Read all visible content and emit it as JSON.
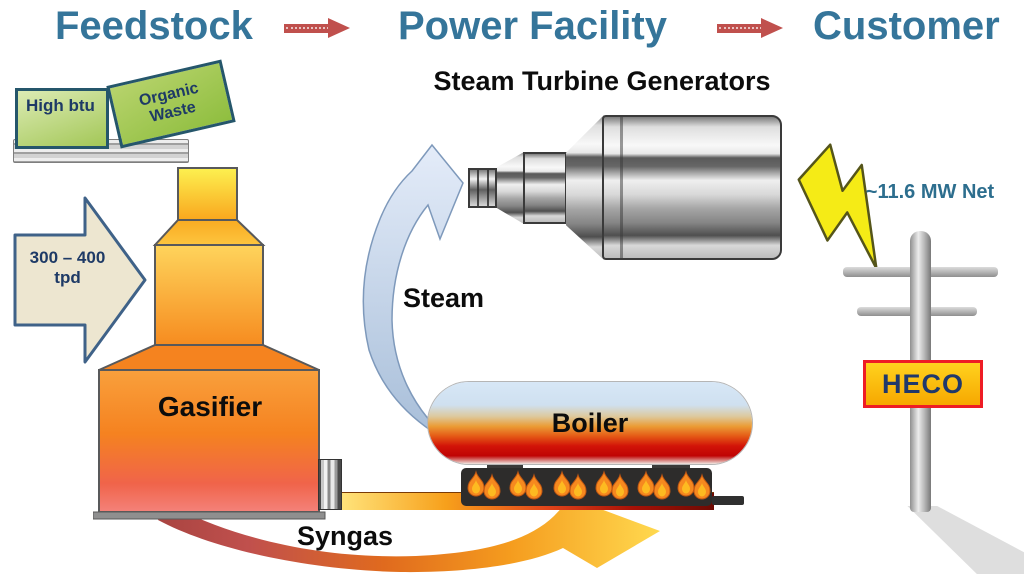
{
  "header": {
    "stage_feedstock": "Feedstock",
    "stage_power_facility": "Power Facility",
    "stage_customer": "Customer"
  },
  "feedstock": {
    "high_btu": "High btu",
    "organic_waste": "Organic Waste",
    "throughput_amount": "300 – 400",
    "throughput_unit": "tpd"
  },
  "power_facility": {
    "turbine_title": "Steam Turbine Generators",
    "gasifier_label": "Gasifier",
    "steam_label": "Steam",
    "boiler_label": "Boiler",
    "syngas_label": "Syngas"
  },
  "customer": {
    "net_output": "~11.6 MW Net",
    "utility": "HECO"
  },
  "colors": {
    "header_text": "#35759A",
    "flow_arrow": "#C0504D",
    "label_navy": "#1E3A66",
    "gasifier_orange": "#F58220",
    "boiler_red": "#C00404",
    "steam_blue": "#C9D9EF",
    "bolt_yellow": "#F5EB16",
    "heco_yellow": "#FFC20E"
  },
  "icons": {
    "flow_arrow": "red block arrow pointing right",
    "feed_arrow": "cream block arrow pointing right",
    "steam_arrow": "light blue curved arrow rising to turbine",
    "syngas_arrow": "red-to-yellow curved arrow toward boiler",
    "lightning_bolt": "yellow lightning bolt",
    "flame": "orange flame under boiler"
  }
}
